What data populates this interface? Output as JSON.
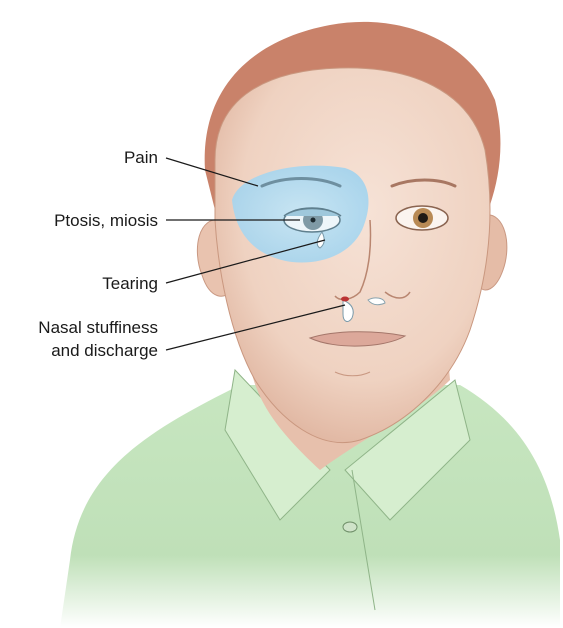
{
  "labels": {
    "pain": "Pain",
    "ptosis": "Ptosis, miosis",
    "tearing": "Tearing",
    "nasal_line1": "Nasal stuffiness",
    "nasal_line2": "and discharge"
  },
  "colors": {
    "skin": "#f1d6c6",
    "skin_shadow": "#d8a893",
    "hair": "#c9826a",
    "shirt": "#b9dcb2",
    "pain_region": "#a9d8f0",
    "iris_left": "#7f9aa6",
    "iris_right": "#b88a55"
  }
}
